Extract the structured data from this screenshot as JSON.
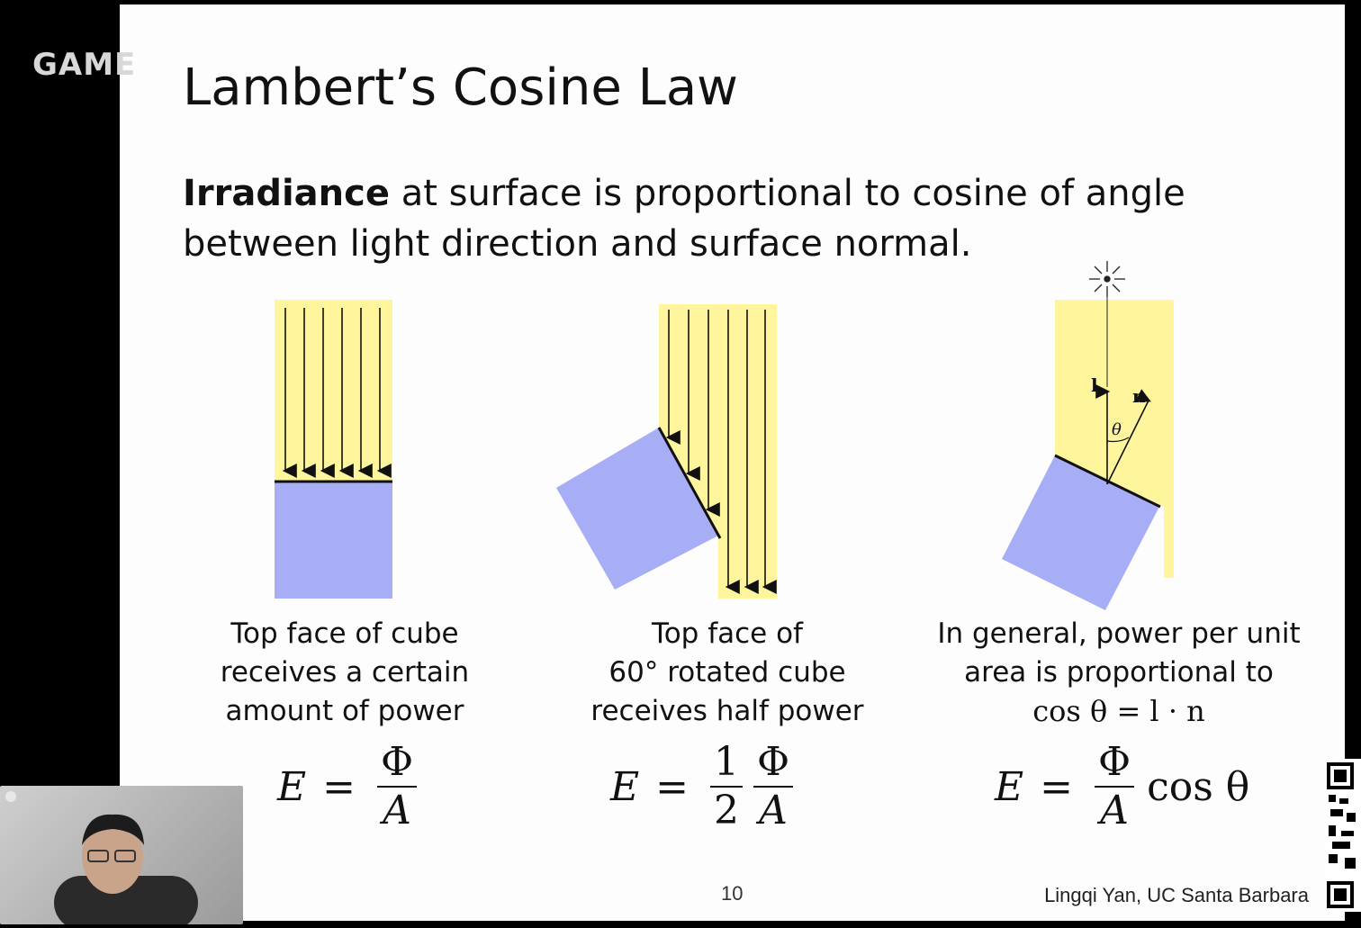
{
  "overlay_label": "GAME",
  "slide": {
    "title": "Lambert’s Cosine Law",
    "intro_bold": "Irradiance",
    "intro_rest_line1": " at surface is proportional to cosine of angle",
    "intro_line2": "between light direction and surface normal.",
    "panels": [
      {
        "caption_lines": [
          "Top face of cube",
          "receives a certain",
          "amount of power"
        ],
        "formula": {
          "lhs": "E",
          "num": "Φ",
          "den": "A"
        }
      },
      {
        "caption_lines": [
          "Top face of",
          "60° rotated cube",
          "receives half power"
        ],
        "formula": {
          "lhs": "E",
          "coef_num": "1",
          "coef_den": "2",
          "num": "Φ",
          "den": "A"
        }
      },
      {
        "caption_lines": [
          "In general, power per unit",
          "area is proportional to"
        ],
        "caption_math": "cos θ = l · n",
        "formula": {
          "lhs": "E",
          "num": "Φ",
          "den": "A",
          "suffix": "cos θ"
        }
      }
    ],
    "diagram_labels": {
      "light": "l",
      "normal": "n",
      "angle": "θ"
    },
    "page_number": "10",
    "author": "Lingqi Yan, UC Santa Barbara"
  },
  "colors": {
    "light_yellow": "#fff59d",
    "cube_blue": "#a7aef5"
  }
}
